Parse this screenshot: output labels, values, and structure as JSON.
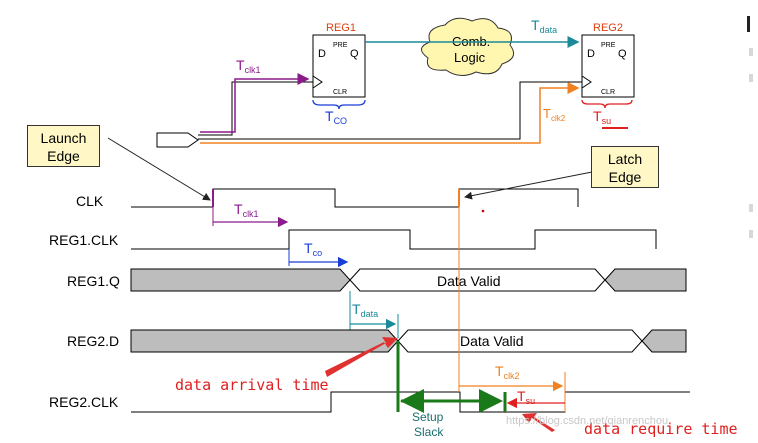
{
  "reg1": {
    "title": "REG1",
    "d": "D",
    "q": "Q",
    "pre": "PRE",
    "clr": "CLR"
  },
  "reg2": {
    "title": "REG2",
    "d": "D",
    "q": "Q",
    "pre": "PRE",
    "clr": "CLR"
  },
  "comb_logic": {
    "line1": "Comb.",
    "line2": "Logic"
  },
  "labels": {
    "t_data_top": "T",
    "t_data_top_sub": "data",
    "t_clk1_top": "T",
    "t_clk1_top_sub": "clk1",
    "t_co_top": "T",
    "t_co_top_sub": "CO",
    "t_clk2_top": "T",
    "t_clk2_top_sub": "clk2",
    "t_su_top": "T",
    "t_su_top_sub": "su",
    "t_clk1_wave": "T",
    "t_clk1_wave_sub": "clk1",
    "t_co_wave": "T",
    "t_co_wave_sub": "co",
    "t_data_wave": "T",
    "t_data_wave_sub": "data",
    "t_clk2_wave": "T",
    "t_clk2_wave_sub": "clk2",
    "t_su_wave": "T",
    "t_su_wave_sub": "su"
  },
  "callouts": {
    "launch": {
      "line1": "Launch",
      "line2": "Edge"
    },
    "latch": {
      "line1": "Latch",
      "line2": "Edge"
    }
  },
  "signals": {
    "clk": "CLK",
    "reg1_clk": "REG1.CLK",
    "reg1_q": "REG1.Q",
    "reg2_d": "REG2.D",
    "reg2_clk": "REG2.CLK"
  },
  "waves": {
    "reg1_q_valid": "Data Valid",
    "reg2_d_valid": "Data Valid"
  },
  "setup_slack": {
    "line1": "Setup",
    "line2": "Slack"
  },
  "annotations": {
    "arrival": "data arrival time",
    "require": "data require time"
  },
  "watermark": "https://blog.csdn.net/qianrenchou",
  "colors": {
    "purple": "#8b1a8b",
    "blue": "#1a3fd6",
    "teal": "#1a8a9a",
    "orange": "#f08020",
    "red": "#e02020",
    "green": "#1a7a1a",
    "grey": "#bdbdbd"
  }
}
